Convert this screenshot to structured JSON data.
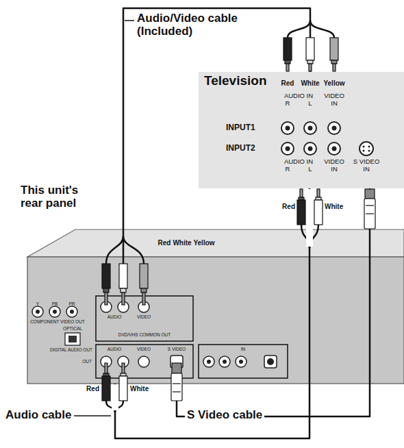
{
  "diagram": {
    "nodes": [
      {
        "text": [
          "Television"
        ]
      },
      {
        "text": [
          "This unit's rear panel"
        ]
      }
    ],
    "edges": [
      {
        "from": 1,
        "to": 0,
        "arrow": "none",
        "label": "Audio/Video cable (Included)"
      },
      {
        "from": 1,
        "to": 0,
        "arrow": "none",
        "label": "Audio cable"
      },
      {
        "from": 1,
        "to": 0,
        "arrow": "none",
        "label": "S Video cable"
      }
    ],
    "labels": [
      "Red",
      "White",
      "Yellow",
      "AUDIO IN",
      "VIDEO",
      "R",
      "L",
      "IN",
      "INPUT1",
      "INPUT2",
      "AUDIO IN",
      "VIDEO",
      "S VIDEO",
      "R",
      "L",
      "IN",
      "IN",
      "Red",
      "White",
      "Red",
      "White",
      "Yellow",
      "Y",
      "PB",
      "PR",
      "COMPONENT VIDEO OUT",
      "DVD/VHS COMMON OUT",
      "AUDIO",
      "VIDEO",
      "OPTICAL",
      "DIGITAL AUDIO OUT",
      "AUDIO",
      "VIDEO",
      "S VIDEO",
      "OUT",
      "IN",
      "Red",
      "White"
    ]
  }
}
